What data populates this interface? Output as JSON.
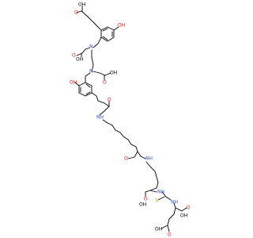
{
  "molecule": {
    "atom_labels": {
      "oh_top": "OH",
      "o_top": "O",
      "oh_phenol_top": "OH",
      "n_top": "N",
      "o_acid_a": "O",
      "oh_acid_a": "OH",
      "o_acid_b": "O",
      "oh_acid_b": "OH",
      "n_mid": "N",
      "oh_phenol_mid": "OH",
      "o_amide_1": "O",
      "nh_amide_1": "NH",
      "o_amide_2": "O",
      "nh_amide_2": "NH",
      "o_lys": "O",
      "oh_lys": "OH",
      "nh_urea_1": "NH",
      "s_urea": "S",
      "nh_urea_2": "NH",
      "o_glu_a": "O",
      "oh_glu_a": "OH",
      "o_glu_b": "O",
      "oh_glu_b": "OH"
    },
    "colors": {
      "bond": "#000000",
      "oxygen": "#ff0d0d",
      "nitrogen": "#3050f8",
      "sulfur": "#c8b400",
      "hydrogen_label": "#000000"
    }
  }
}
